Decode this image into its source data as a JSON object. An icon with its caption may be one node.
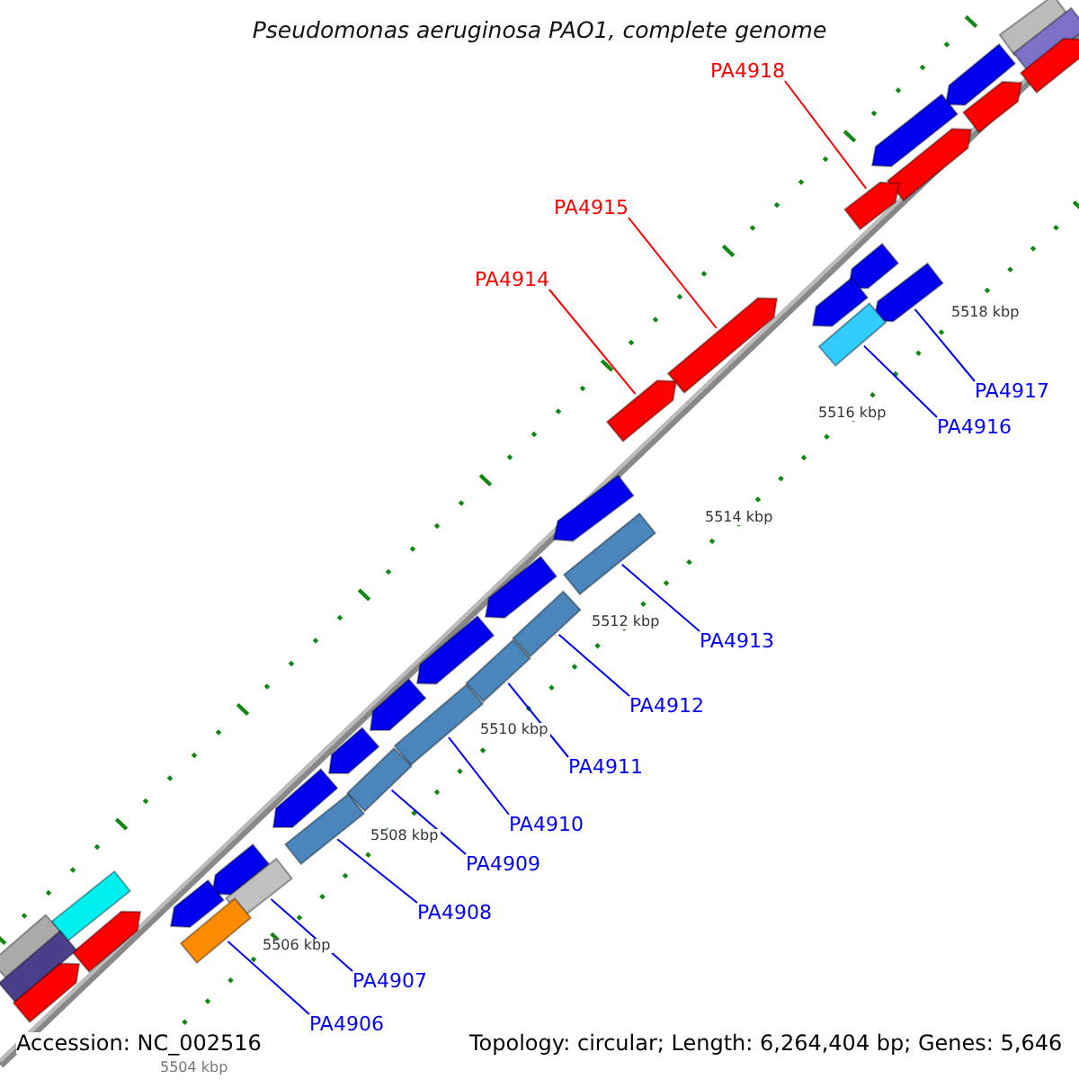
{
  "diagram": {
    "title": "Pseudomonas aeruginosa PAO1, complete genome",
    "nodes": [
      {
        "text": [
          "PA4918"
        ]
      },
      {
        "text": [
          "PA4915"
        ]
      },
      {
        "text": [
          "PA4914"
        ]
      },
      {
        "text": [
          "PA4917"
        ]
      },
      {
        "text": [
          "PA4916"
        ]
      },
      {
        "text": [
          "PA4913"
        ]
      },
      {
        "text": [
          "PA4912"
        ]
      },
      {
        "text": [
          "PA4911"
        ]
      },
      {
        "text": [
          "PA4910"
        ]
      },
      {
        "text": [
          "PA4909"
        ]
      },
      {
        "text": [
          "PA4908"
        ]
      },
      {
        "text": [
          "PA4907"
        ]
      },
      {
        "text": [
          "PA4906"
        ]
      },
      {
        "text": [],
        "shape": "arrow"
      },
      {
        "text": [],
        "shape": "arrow"
      },
      {
        "text": [],
        "shape": "arrow"
      },
      {
        "text": [],
        "shape": "arrow"
      },
      {
        "text": [],
        "shape": "arrow"
      },
      {
        "text": [],
        "shape": "arrow"
      },
      {
        "text": [],
        "shape": "arrow"
      },
      {
        "text": [],
        "shape": "arrow"
      },
      {
        "text": [],
        "shape": "arrow"
      },
      {
        "text": [],
        "shape": "arrow"
      },
      {
        "text": [],
        "shape": "arrow"
      },
      {
        "text": [],
        "shape": "box"
      },
      {
        "text": [],
        "shape": "arrow"
      },
      {
        "text": [],
        "shape": "arrow"
      },
      {
        "text": [],
        "shape": "arrow"
      },
      {
        "text": [],
        "shape": "box"
      },
      {
        "text": [],
        "shape": "arrow"
      },
      {
        "text": [],
        "shape": "box"
      },
      {
        "text": [],
        "shape": "arrow"
      },
      {
        "text": [],
        "shape": "box"
      },
      {
        "text": [],
        "shape": "arrow"
      },
      {
        "text": [],
        "shape": "box"
      },
      {
        "text": [],
        "shape": "arrow"
      },
      {
        "text": [],
        "shape": "box"
      },
      {
        "text": [],
        "shape": "arrow"
      },
      {
        "text": [],
        "shape": "box"
      },
      {
        "text": [],
        "shape": "arrow"
      },
      {
        "text": [],
        "shape": "box"
      },
      {
        "text": [],
        "shape": "arrow"
      },
      {
        "text": [],
        "shape": "box"
      },
      {
        "text": [],
        "shape": "box"
      },
      {
        "text": [],
        "shape": "arrow"
      },
      {
        "text": [],
        "shape": "box"
      },
      {
        "text": [],
        "shape": "box"
      },
      {
        "text": [],
        "shape": "arrow"
      }
    ],
    "edges": [
      {
        "from": 0,
        "to": 20,
        "arrow": "none",
        "color": "#ff0000"
      },
      {
        "from": 1,
        "to": 25,
        "arrow": "none",
        "color": "#ff0000"
      },
      {
        "from": 2,
        "to": 26,
        "arrow": "none",
        "color": "#ff0000"
      },
      {
        "from": 3,
        "to": 23,
        "arrow": "none"
      },
      {
        "from": 4,
        "to": 24,
        "arrow": "none"
      },
      {
        "from": 5,
        "to": 28,
        "arrow": "none"
      },
      {
        "from": 6,
        "to": 30,
        "arrow": "none"
      },
      {
        "from": 7,
        "to": 32,
        "arrow": "none"
      },
      {
        "from": 8,
        "to": 34,
        "arrow": "none"
      },
      {
        "from": 9,
        "to": 36,
        "arrow": "none"
      },
      {
        "from": 10,
        "to": 38,
        "arrow": "none"
      },
      {
        "from": 11,
        "to": 40,
        "arrow": "none"
      },
      {
        "from": 12,
        "to": 42,
        "arrow": "none"
      }
    ],
    "labels": [
      "5518 kbp",
      "5516 kbp",
      "5514 kbp",
      "5512 kbp",
      "5510 kbp",
      "5508 kbp",
      "5506 kbp",
      "Accession: NC_002516",
      "Topology: circular; Length: 6,264,404 bp; Genes: 5,646",
      "5504 kbp"
    ]
  }
}
